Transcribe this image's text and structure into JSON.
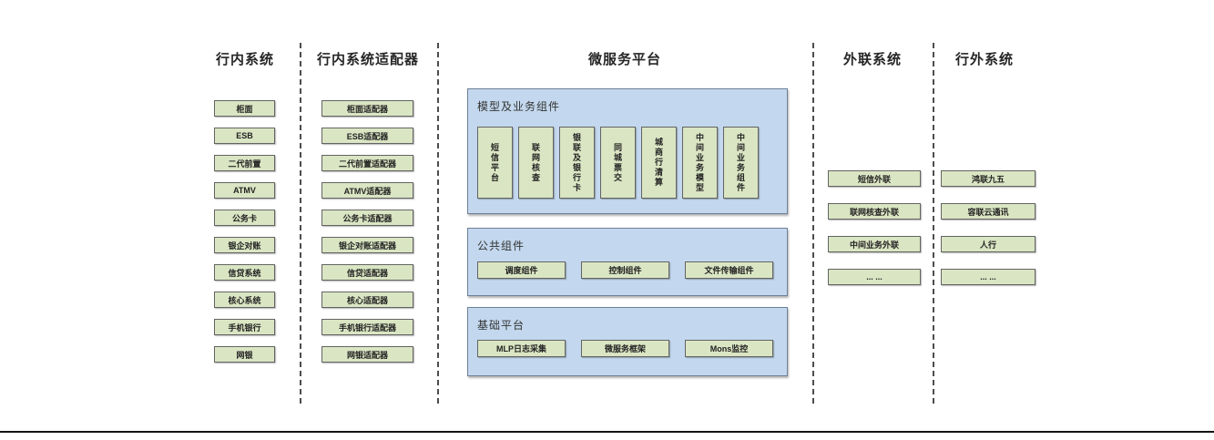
{
  "columns": {
    "internal": {
      "title": "行内系统",
      "items": [
        "柜面",
        "ESB",
        "二代前置",
        "ATMV",
        "公务卡",
        "银企对账",
        "信贷系统",
        "核心系统",
        "手机银行",
        "网银"
      ]
    },
    "adapters": {
      "title": "行内系统适配器",
      "items": [
        "柜面适配器",
        "ESB适配器",
        "二代前置适配器",
        "ATMV适配器",
        "公务卡适配器",
        "银企对账适配器",
        "信贷适配器",
        "核心适配器",
        "手机银行适配器",
        "网银适配器"
      ]
    },
    "platform": {
      "title": "微服务平台",
      "model_group": {
        "label": "模型及业务组件",
        "items": [
          "短信平台",
          "联网核查",
          "银联及银行卡",
          "同城票交",
          "城商行清算",
          "中间业务模型",
          "中间业务组件"
        ]
      },
      "common_group": {
        "label": "公共组件",
        "items": [
          "调度组件",
          "控制组件",
          "文件传输组件"
        ]
      },
      "base_group": {
        "label": "基础平台",
        "items": [
          "MLP日志采集",
          "微服务框架",
          "Mons监控"
        ]
      }
    },
    "outreach": {
      "title": "外联系统",
      "items": [
        "短信外联",
        "联网核查外联",
        "中间业务外联",
        "... ..."
      ]
    },
    "external": {
      "title": "行外系统",
      "items": [
        "鸿联九五",
        "容联云通讯",
        "人行",
        "... ..."
      ]
    }
  },
  "colors": {
    "box_green_fill": "#dae6c3",
    "box_green_border": "#636363",
    "panel_blue_fill": "#c3d8ee",
    "panel_blue_border": "#6e8096",
    "divider_dash": "#4d4d4d",
    "bottom_rule": "#141414"
  }
}
